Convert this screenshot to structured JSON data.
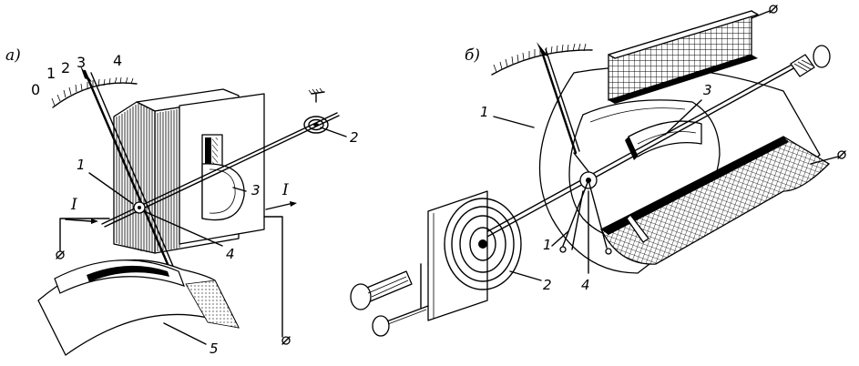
{
  "panels": [
    {
      "id": "a",
      "label": "а)",
      "scale_marks": [
        "0",
        "1",
        "2",
        "3",
        "4"
      ],
      "current_label": "I",
      "callouts": [
        "1",
        "2",
        "3",
        "4",
        "5"
      ]
    },
    {
      "id": "b",
      "label": "б)",
      "callouts": [
        "1",
        "1",
        "2",
        "3",
        "4"
      ]
    }
  ]
}
